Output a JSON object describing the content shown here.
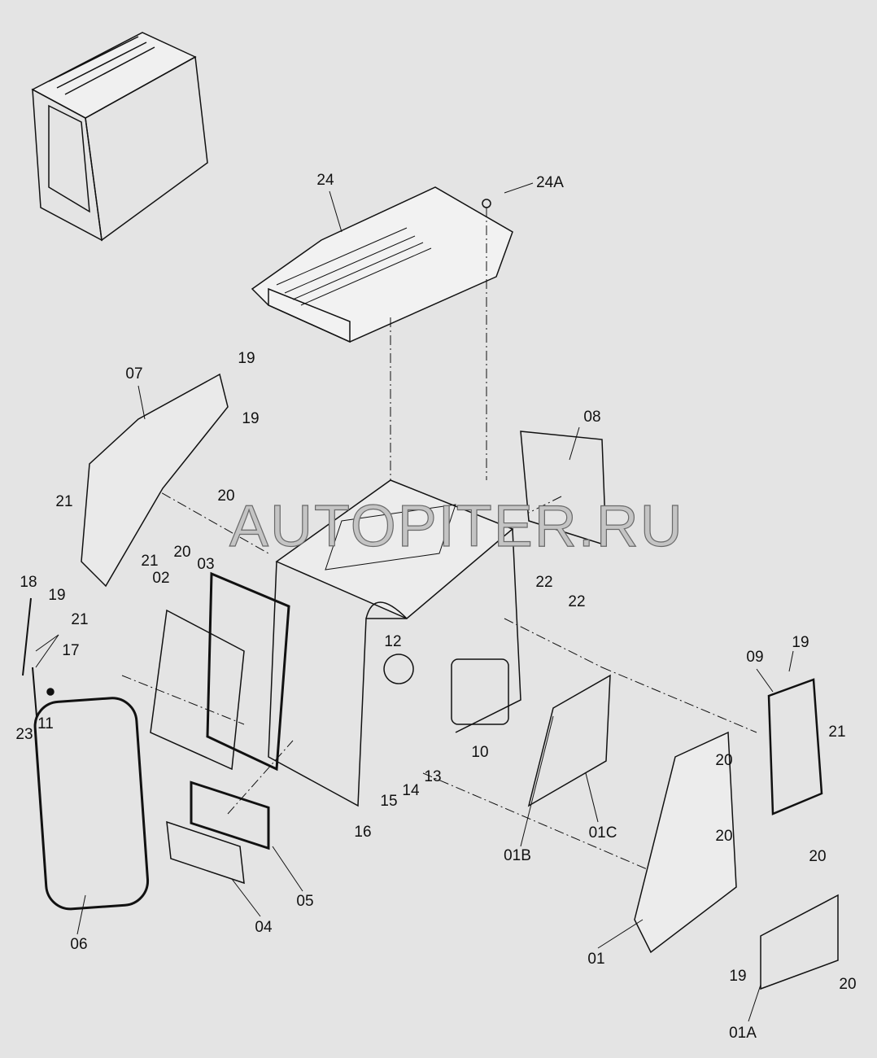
{
  "watermark": "AUTOPITER.RU",
  "labels": [
    "24",
    "24A",
    "07",
    "19",
    "19",
    "21",
    "20",
    "20",
    "21",
    "19",
    "21",
    "18",
    "17",
    "02",
    "03",
    "23",
    "11",
    "12",
    "10",
    "13",
    "14",
    "15",
    "16",
    "08",
    "22",
    "22",
    "19",
    "09",
    "21",
    "20",
    "20",
    "20",
    "01B",
    "01C",
    "06",
    "04",
    "05",
    "01",
    "19",
    "20",
    "01A"
  ]
}
